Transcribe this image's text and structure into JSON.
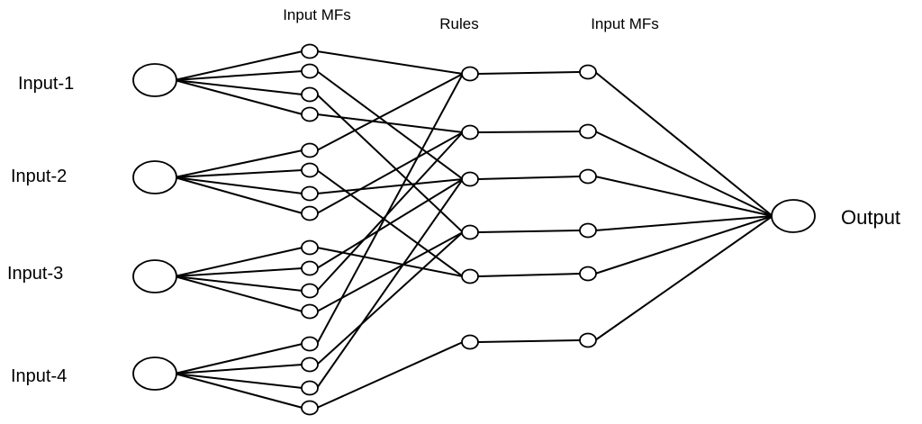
{
  "headers": {
    "mf_in": "Input MFs",
    "rules": "Rules",
    "mf_out": "Input MFs"
  },
  "inputs": [
    "Input-1",
    "Input-2",
    "Input-3",
    "Input-4"
  ],
  "output": "Output",
  "structure": {
    "input_nodes": 4,
    "mfs_per_input": 4,
    "rule_nodes": 6,
    "output_mf_nodes": 6,
    "output_nodes": 1,
    "rule_inputs": [
      [
        0,
        12,
        4
      ],
      [
        3,
        10,
        7
      ],
      [
        6,
        14,
        1,
        9
      ],
      [
        2,
        11,
        13
      ],
      [
        5,
        8
      ],
      [
        15
      ]
    ]
  }
}
